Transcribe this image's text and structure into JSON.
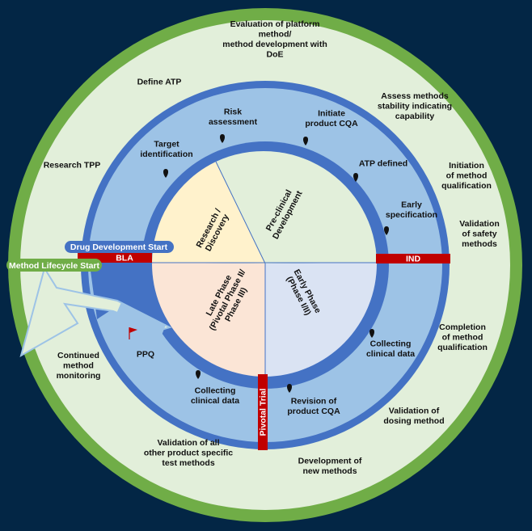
{
  "outer_labels": {
    "evaluation": [
      "Evaluation of platform",
      "method/",
      "method development with",
      "DoE"
    ],
    "define_atp": [
      "Define ATP"
    ],
    "assess": [
      "Assess methods",
      "stability indicating",
      "capability"
    ],
    "research_tpp": [
      "Research TPP"
    ],
    "initiation": [
      "Initiation",
      "of method",
      "qualification"
    ],
    "validation_safety": [
      "Validation",
      "of safety",
      "methods"
    ],
    "completion": [
      "Completion",
      "of method",
      "qualification"
    ],
    "continued": [
      "Continued",
      "method",
      "monitoring"
    ],
    "validation_dosing": [
      "Validation of",
      "dosing method"
    ],
    "validation_all": [
      "Validation of all",
      "other product specific",
      "test methods"
    ],
    "development_new": [
      "Development of",
      "new methods"
    ]
  },
  "middle_labels": {
    "risk": [
      "Risk",
      "assessment"
    ],
    "initiate_cqa": [
      "Initiate",
      "product CQA"
    ],
    "target": [
      "Target",
      "identification"
    ],
    "atp_defined": [
      "ATP defined"
    ],
    "early_spec": [
      "Early",
      "specification"
    ],
    "collecting_right": [
      "Collecting",
      "clinical data"
    ],
    "collecting_left": [
      "Collecting",
      "clinical data"
    ],
    "revision": [
      "Revision of",
      "product CQA"
    ],
    "ppq": [
      "PPQ"
    ]
  },
  "phases": {
    "research": [
      "Research /",
      "Discovery"
    ],
    "preclinical": [
      "Pre-clinical",
      "Development"
    ],
    "early": [
      "Early Phase",
      "(Phase I/II)"
    ],
    "late": [
      "Late Phase",
      "(Pivotal Phase II/",
      "Phase III)"
    ]
  },
  "markers": {
    "bla": "BLA",
    "ind": "IND",
    "pivotal": "Pivotal Trial",
    "drug_start": "Drug Development Start",
    "method_start": "Method Lifecycle Start"
  },
  "colors": {
    "background": "#032645",
    "outer_green_ring": "#70ad47",
    "outer_fill": "#e2efda",
    "blue_ring": "#4472c4",
    "middle_fill": "#9dc3e6",
    "research_fill": "#fff2cc",
    "preclinical_fill": "#e2efda",
    "early_fill": "#dae3f3",
    "late_fill": "#fbe5d6",
    "marker_red": "#c00000"
  }
}
